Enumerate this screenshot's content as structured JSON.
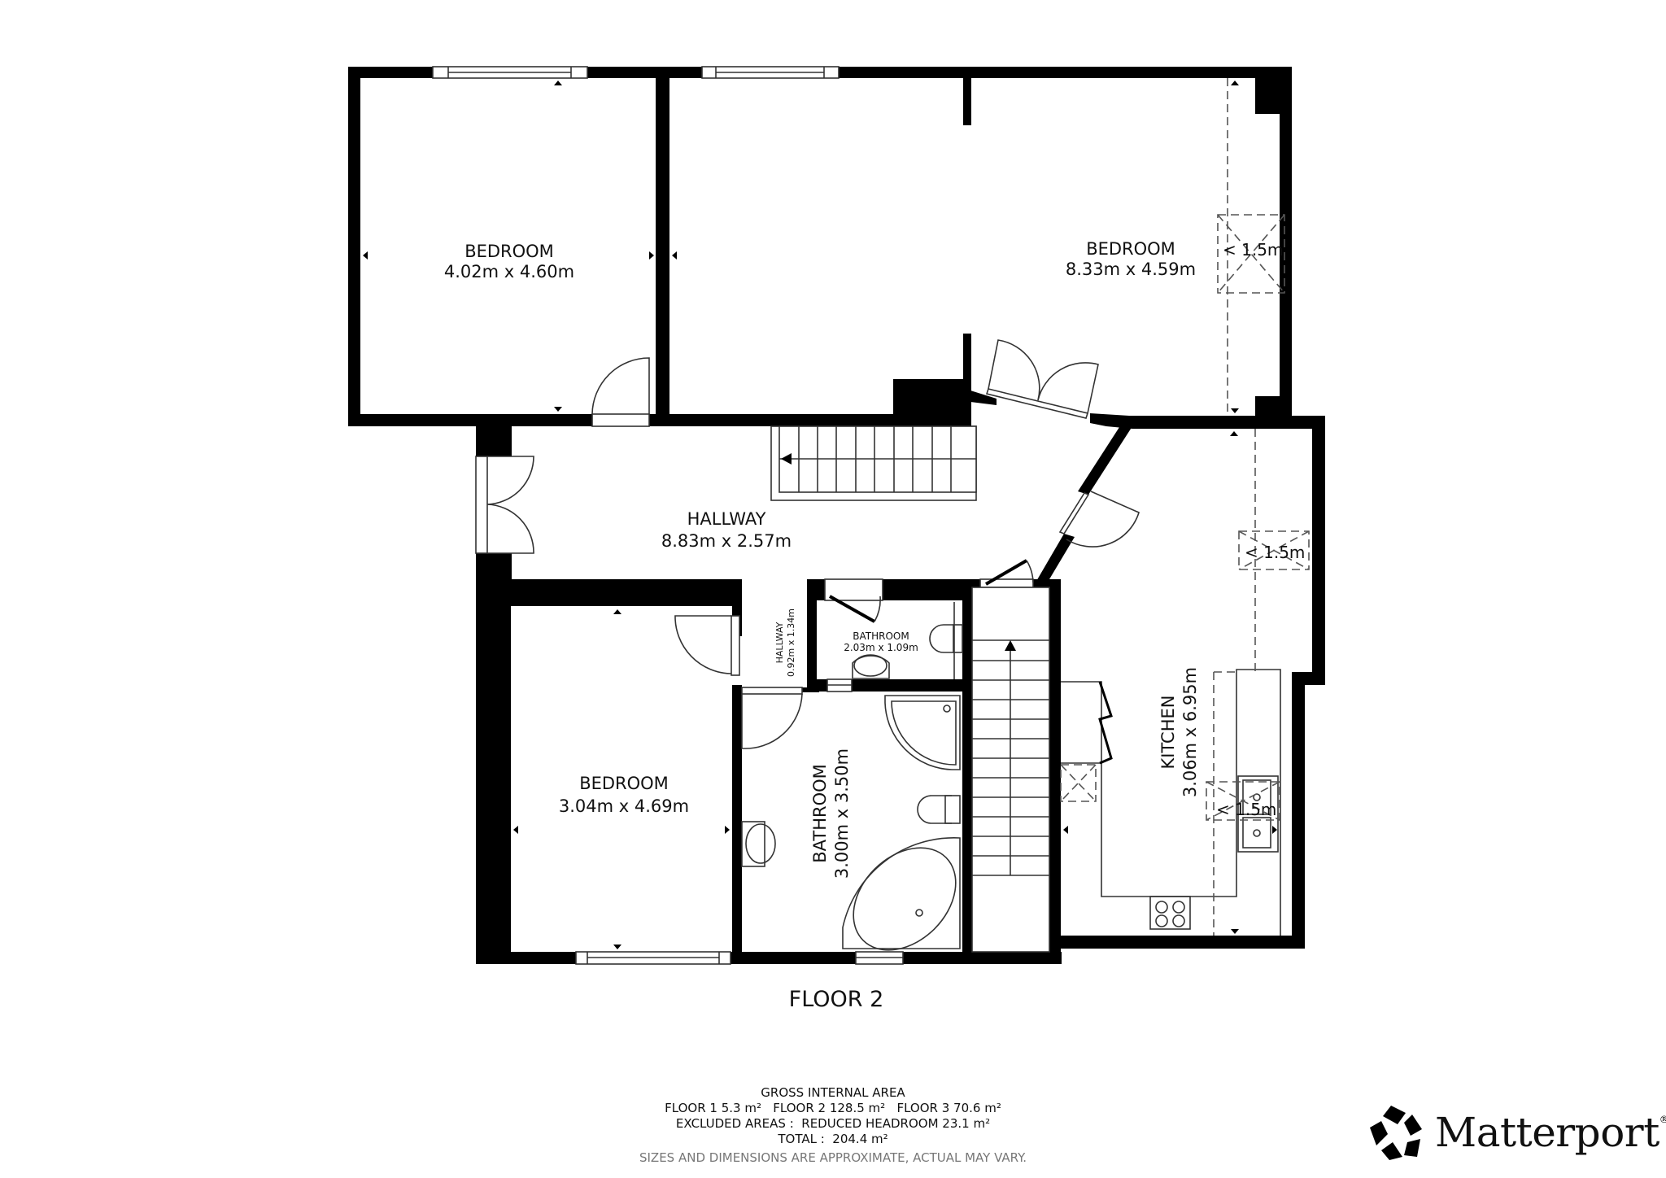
{
  "floor_label": "FLOOR 2",
  "rooms": [
    {
      "id": "bedroom-1",
      "name": "BEDROOM",
      "dims": "4.02m x 4.60m"
    },
    {
      "id": "bedroom-2",
      "name": "BEDROOM",
      "dims": "8.33m x 4.59m"
    },
    {
      "id": "hallway-main",
      "name": "HALLWAY",
      "dims": "8.83m x 2.57m"
    },
    {
      "id": "hallway-small",
      "name": "HALLWAY",
      "dims": "0.92m x 1.34m"
    },
    {
      "id": "bathroom-small",
      "name": "BATHROOM",
      "dims": "2.03m x 1.09m"
    },
    {
      "id": "bedroom-3",
      "name": "BEDROOM",
      "dims": "3.04m x 4.69m"
    },
    {
      "id": "bathroom-main",
      "name": "BATHROOM",
      "dims": "3.00m x 3.50m"
    },
    {
      "id": "kitchen",
      "name": "KITCHEN",
      "dims": "3.06m x 6.95m"
    }
  ],
  "headroom_markers": [
    "< 1.5m",
    "< 1.5m",
    "< 1.5m"
  ],
  "area_summary": {
    "title": "GROSS INTERNAL AREA",
    "floors_line": "FLOOR 1 5.3 m²   FLOOR 2 128.5 m²   FLOOR 3 70.6 m²",
    "excluded_line": "EXCLUDED AREAS :  REDUCED HEADROOM 23.1 m²",
    "total_line": "TOTAL :  204.4 m²",
    "disclaimer": "SIZES AND DIMENSIONS ARE APPROXIMATE, ACTUAL MAY VARY."
  },
  "brand": {
    "name": "Matterport",
    "registered": "®",
    "icon": "matterport-star-icon"
  }
}
